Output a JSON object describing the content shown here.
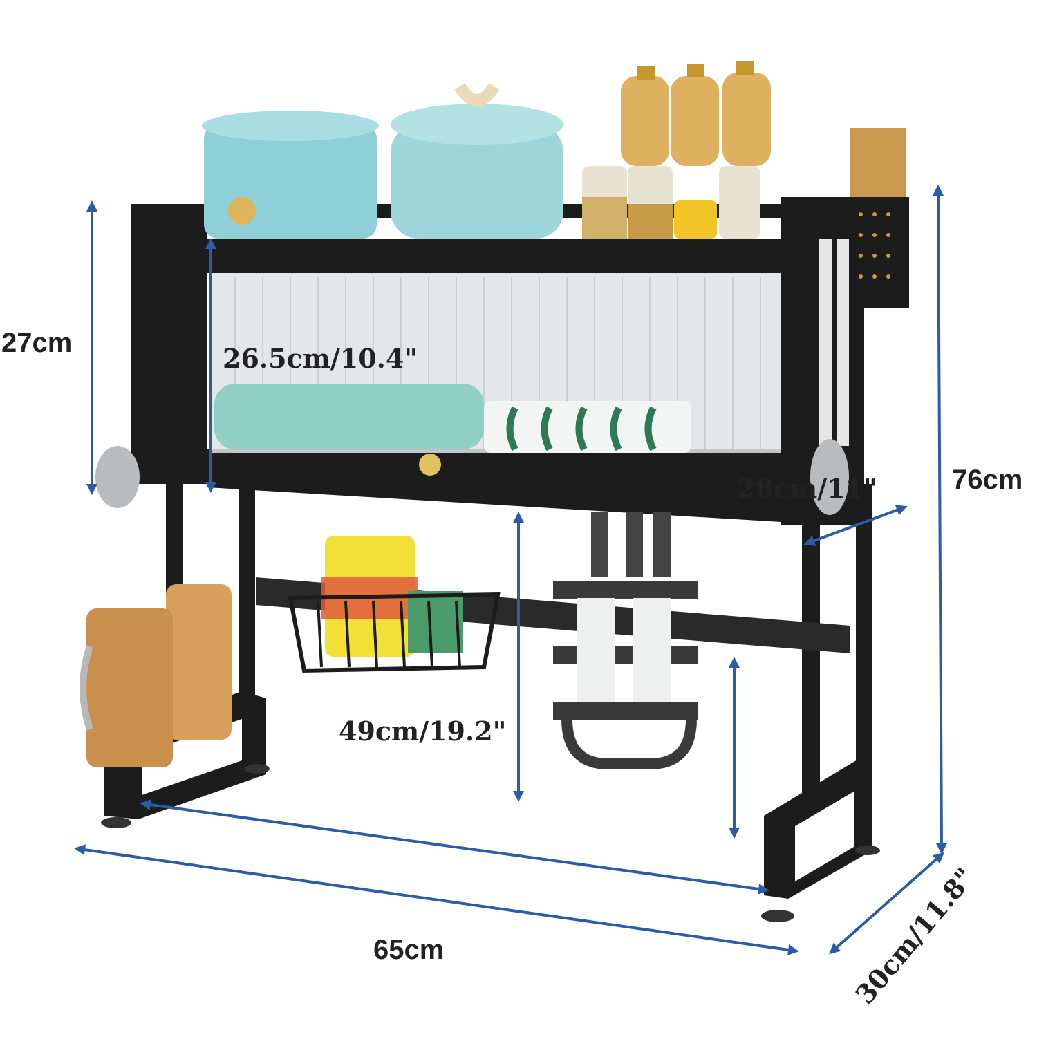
{
  "dimensions": {
    "left_height": "27cm",
    "inner_height": "26.5cm/10.4\"",
    "shelf_depth": "28cm/11\"",
    "total_height": "76cm",
    "clearance_height": "49cm/19.2\"",
    "width": "65cm",
    "depth": "30cm/11.8\""
  },
  "colors": {
    "dimension_line": "#2b5ca8",
    "rack": "#1c1c1c",
    "pot": "#8fd0d8",
    "wood": "#d9a05c"
  }
}
